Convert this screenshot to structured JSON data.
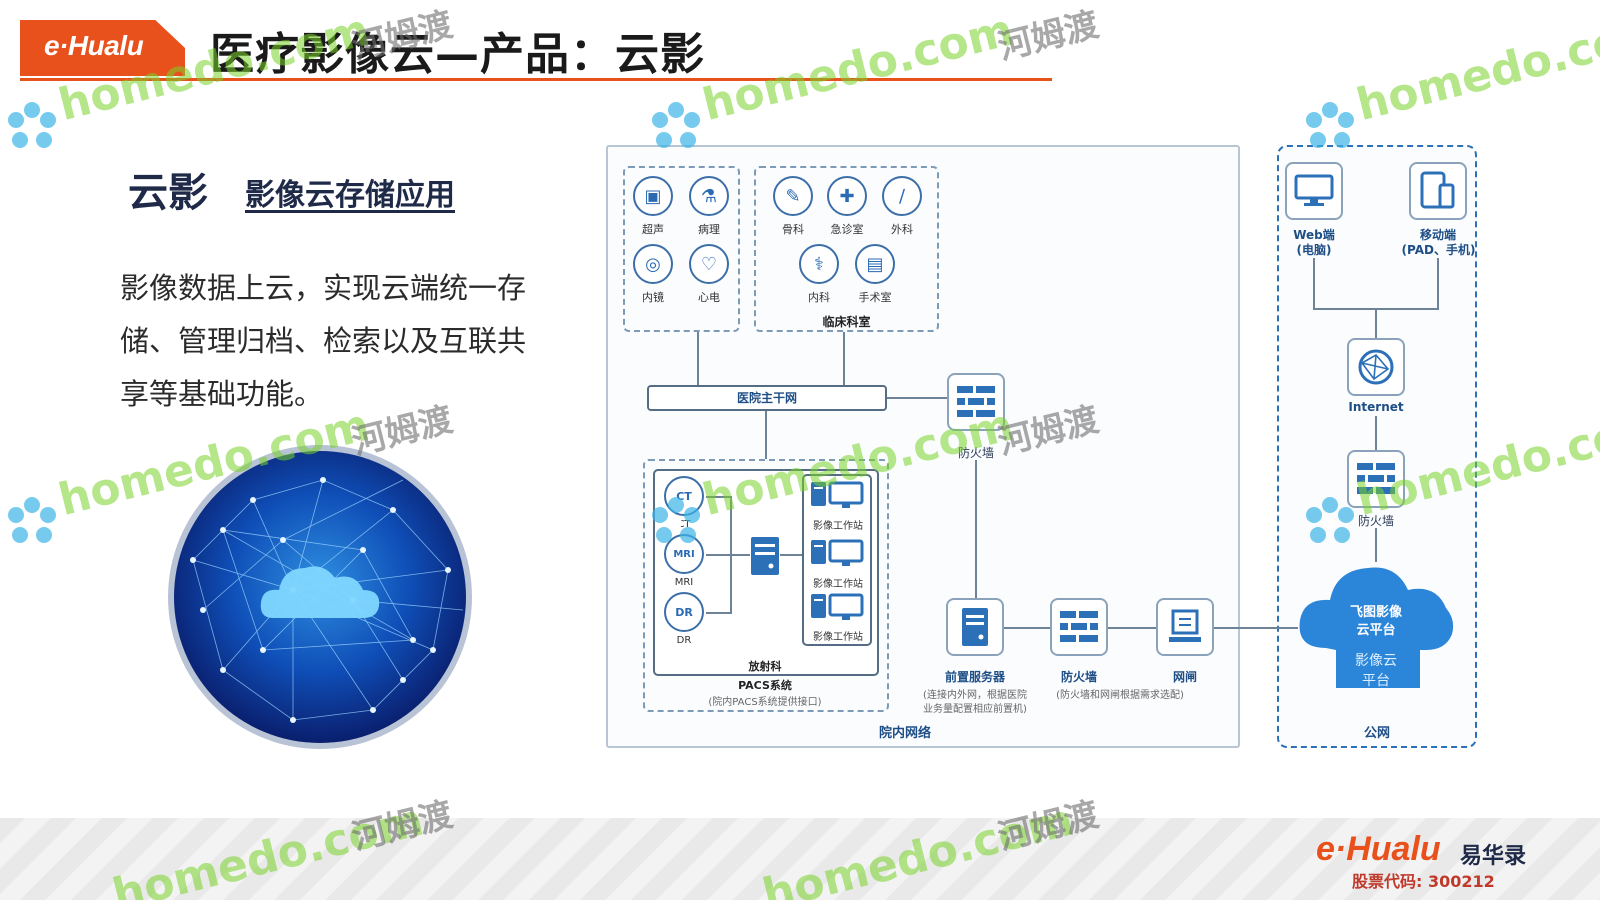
{
  "header": {
    "logo": "e·Hualu",
    "title": "医疗影像云—产品：云影"
  },
  "left": {
    "subtitle_main": "云影",
    "subtitle_link": "影像云存储应用",
    "description": "影像数据上云，实现云端统一存储、管理归档、检索以及互联共享等基础功能。"
  },
  "diagram": {
    "dept_left": [
      "超声",
      "病理",
      "内镜",
      "心电"
    ],
    "dept_clinical": [
      "骨科",
      "急诊室",
      "外科",
      "内科",
      "手术室"
    ],
    "clinical_title": "临床科室",
    "backbone": "医院主干网",
    "firewall_top": "防火墙",
    "modalities": [
      {
        "badge": "CT",
        "label": "CT"
      },
      {
        "badge": "MRI",
        "label": "MRI"
      },
      {
        "badge": "DR",
        "label": "DR"
      }
    ],
    "workstations": [
      "影像工作站",
      "影像工作站",
      "影像工作站"
    ],
    "radiology": "放射科",
    "pacs_title": "PACS系统",
    "pacs_note": "(院内PACS系统提供接口)",
    "front_server": "前置服务器",
    "front_server_note1": "(连接内外网，根据医院",
    "front_server_note2": "业务量配置相应前置机)",
    "firewall_bottom": "防火墙",
    "gateway": "网闸",
    "fw_gw_note": "(防火墙和网闸根据需求选配)",
    "intranet": "院内网络",
    "web_client": "Web端",
    "web_client_sub": "(电脑)",
    "mobile_client": "移动端",
    "mobile_client_sub": "(PAD、手机)",
    "internet": "Internet",
    "firewall_public": "防火墙",
    "cloud_line1": "飞图影像",
    "cloud_line2": "云平台",
    "cloud_line3": "影像云",
    "cloud_line4": "平台",
    "public_net": "公网"
  },
  "footer": {
    "brand": "e·Hualu",
    "brand_cn": "易华录",
    "stock": "股票代码: 300212"
  },
  "watermarks": {
    "latin": "homedo.com",
    "cn": "河姆渡"
  },
  "colors": {
    "accent": "#e8501c",
    "diagram_blue": "#2c70b8",
    "watermark_green": "#78d228"
  }
}
